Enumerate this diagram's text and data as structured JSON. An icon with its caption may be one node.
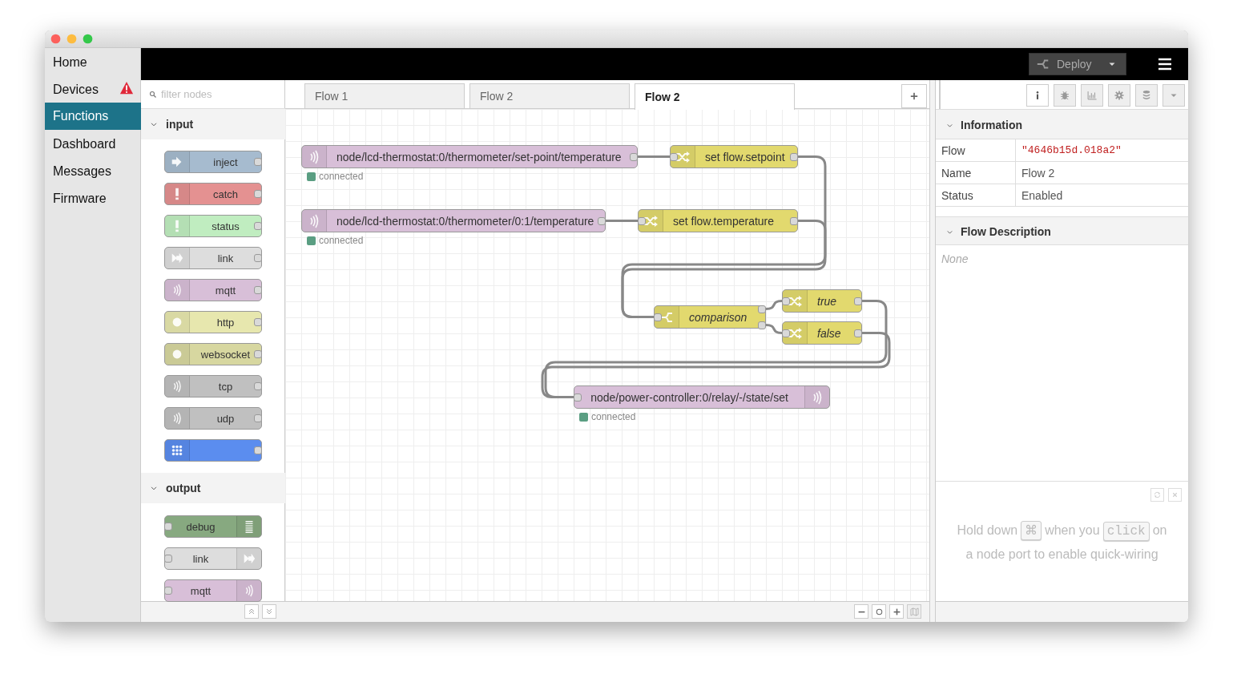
{
  "diagram": {
    "nodes": [
      {
        "text": [
          "inject"
        ]
      },
      {
        "text": [
          "catch"
        ]
      },
      {
        "text": [
          "status"
        ]
      },
      {
        "text": [
          "link"
        ]
      },
      {
        "text": [
          "mqtt"
        ]
      },
      {
        "text": [
          "http"
        ]
      },
      {
        "text": [
          "websocket"
        ]
      },
      {
        "text": [
          "tcp"
        ]
      },
      {
        "text": [
          "udp"
        ]
      },
      {
        "text": [],
        "shape": "box"
      },
      {
        "text": [
          "debug"
        ]
      },
      {
        "text": [
          "link"
        ]
      },
      {
        "text": [
          "mqtt"
        ]
      },
      {
        "text": [
          "node/lcd-thermostat:0/thermometer/set-point/temperature"
        ],
        "beside": [
          "connected"
        ]
      },
      {
        "text": [
          "set flow.setpoint"
        ]
      },
      {
        "text": [
          "node/lcd-thermostat:0/thermometer/0:1/temperature"
        ],
        "beside": [
          "connected"
        ]
      },
      {
        "text": [
          "set flow.temperature"
        ]
      },
      {
        "text": [
          "true"
        ]
      },
      {
        "text": [
          "comparison"
        ]
      },
      {
        "text": [
          "false"
        ]
      },
      {
        "text": [
          "node/power-controller:0/relay/-/state/set"
        ],
        "beside": [
          "connected"
        ]
      }
    ],
    "edges": [
      {
        "from": 13,
        "to": 14,
        "arrow": "none"
      },
      {
        "from": 14,
        "to": 18,
        "arrow": "none"
      },
      {
        "from": 15,
        "to": 16,
        "arrow": "none"
      },
      {
        "from": 16,
        "to": 18,
        "arrow": "none"
      },
      {
        "from": 18,
        "to": 17,
        "arrow": "none"
      },
      {
        "from": 18,
        "to": 19,
        "arrow": "none"
      },
      {
        "from": 17,
        "to": 20,
        "arrow": "none"
      },
      {
        "from": 19,
        "to": 20,
        "arrow": "none"
      }
    ],
    "labels": [
      "Home",
      "Devices",
      "Functions",
      "Dashboard",
      "Messages",
      "Firmware",
      "filter nodes",
      "input",
      "output",
      "Flow 1",
      "Flow 2",
      "Flow 2",
      "Deploy",
      "Information",
      "Flow",
      "\"4646b15d.018a2\"",
      "Name",
      "Flow 2",
      "Status",
      "Enabled",
      "Flow Description",
      "None",
      "Hold down",
      "⌘",
      "when you",
      "click",
      "on",
      "a node port to enable quick-wiring"
    ]
  }
}
